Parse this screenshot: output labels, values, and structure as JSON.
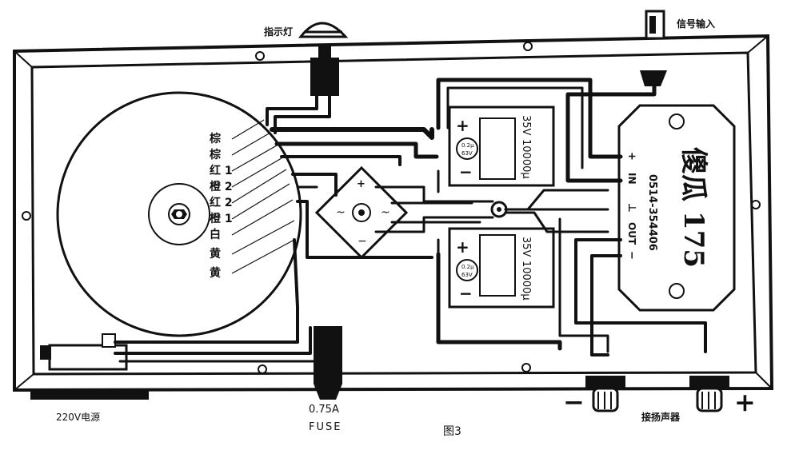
{
  "labels": {
    "indicator_lamp": "指示灯",
    "signal_input": "信号输入",
    "power": "220V电源",
    "fuse_rating": "0.75A",
    "fuse": "FUSE",
    "speaker": "接扬声器",
    "figure": "图3",
    "minus_terminal": "−",
    "plus_terminal": "+"
  },
  "transformer_wires": [
    "棕",
    "棕",
    "红 1",
    "橙 2",
    "红 2",
    "橙 1",
    "白",
    "黄",
    "黄"
  ],
  "capacitors": [
    {
      "voltage": "35V",
      "capacity": "10000μ",
      "plus": "+",
      "minus": "−",
      "small_value": "0.2μ",
      "small_voltage": "63V"
    },
    {
      "voltage": "35V",
      "capacity": "10000μ",
      "plus": "+",
      "minus": "−",
      "small_value": "0.2μ",
      "small_voltage": "63V"
    }
  ],
  "bridge": {
    "plus": "+",
    "ac1": "~",
    "ac2": "~",
    "minus": "−"
  },
  "module": {
    "brand": "傻瓜",
    "model": "175",
    "code": "0514-354406",
    "pins": [
      "+",
      "IN",
      "⊥",
      "OUT",
      "−"
    ]
  }
}
